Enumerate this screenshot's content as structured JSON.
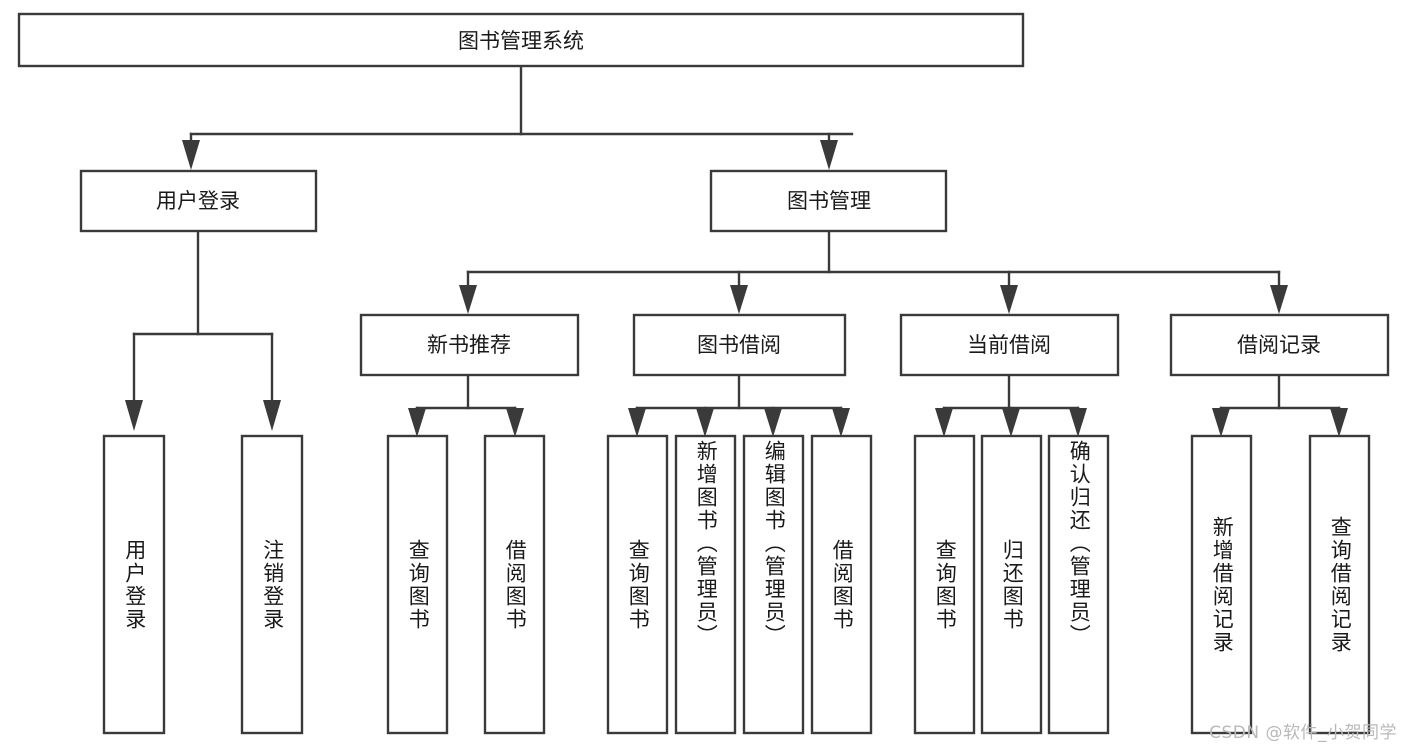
{
  "diagram": {
    "title": "图书管理系统",
    "type": "hierarchy-tree",
    "root": {
      "label": "图书管理系统",
      "children": [
        {
          "label": "用户登录",
          "children": [
            {
              "label": "用户登录"
            },
            {
              "label": "注销登录"
            }
          ]
        },
        {
          "label": "图书管理",
          "children": [
            {
              "label": "新书推荐",
              "children": [
                {
                  "label": "查询图书"
                },
                {
                  "label": "借阅图书"
                }
              ]
            },
            {
              "label": "图书借阅",
              "children": [
                {
                  "label": "查询图书"
                },
                {
                  "label": "新增图书（管理员）"
                },
                {
                  "label": "编辑图书（管理员）"
                },
                {
                  "label": "借阅图书"
                }
              ]
            },
            {
              "label": "当前借阅",
              "children": [
                {
                  "label": "查询图书"
                },
                {
                  "label": "归还图书"
                },
                {
                  "label": "确认归还（管理员）"
                }
              ]
            },
            {
              "label": "借阅记录",
              "children": [
                {
                  "label": "新增借阅记录"
                },
                {
                  "label": "查询借阅记录"
                }
              ]
            }
          ]
        }
      ]
    }
  },
  "nodes": {
    "root": "图书管理系统",
    "level2": {
      "user_login": "用户登录",
      "book_manage": "图书管理"
    },
    "level3": {
      "new_book_rec": "新书推荐",
      "book_borrow": "图书借阅",
      "current_borrow": "当前借阅",
      "borrow_record": "借阅记录"
    },
    "leaves": {
      "user_login_1": "用户登录",
      "user_login_2": "注销登录",
      "new_book_1": "查询图书",
      "new_book_2": "借阅图书",
      "borrow_1": "查询图书",
      "borrow_2": "新增图书（管理员）",
      "borrow_3": "编辑图书（管理员）",
      "borrow_4": "借阅图书",
      "current_1": "查询图书",
      "current_2": "归还图书",
      "current_3": "确认归还（管理员）",
      "record_1": "新增借阅记录",
      "record_2": "查询借阅记录"
    }
  },
  "colors": {
    "stroke": "#3a3a3a",
    "fill": "#ffffff",
    "text": "#1a1a1a",
    "watermark": "#b9b9b9"
  },
  "watermark": {
    "text": "CSDN @软件_小贺同学"
  }
}
